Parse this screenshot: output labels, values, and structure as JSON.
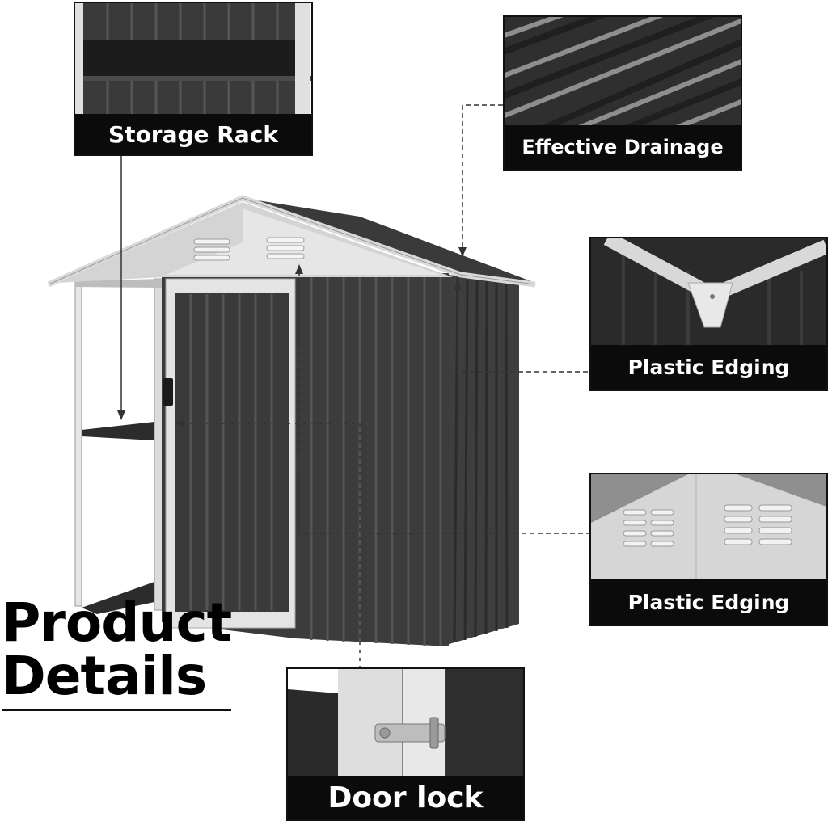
{
  "heading": {
    "line1": "Product",
    "line2": "Details"
  },
  "callouts": {
    "storage_rack": "Storage Rack",
    "effective_drainage": "Effective Drainage",
    "plastic_edging_top": "Plastic Edging",
    "plastic_edging_vents": "Plastic Edging",
    "door_lock": "Door lock"
  },
  "colors": {
    "shed_panel": "#3a3a3a",
    "trim": "#e2e2e2",
    "caption_bg": "#0b0b0b",
    "caption_text": "#ffffff"
  }
}
